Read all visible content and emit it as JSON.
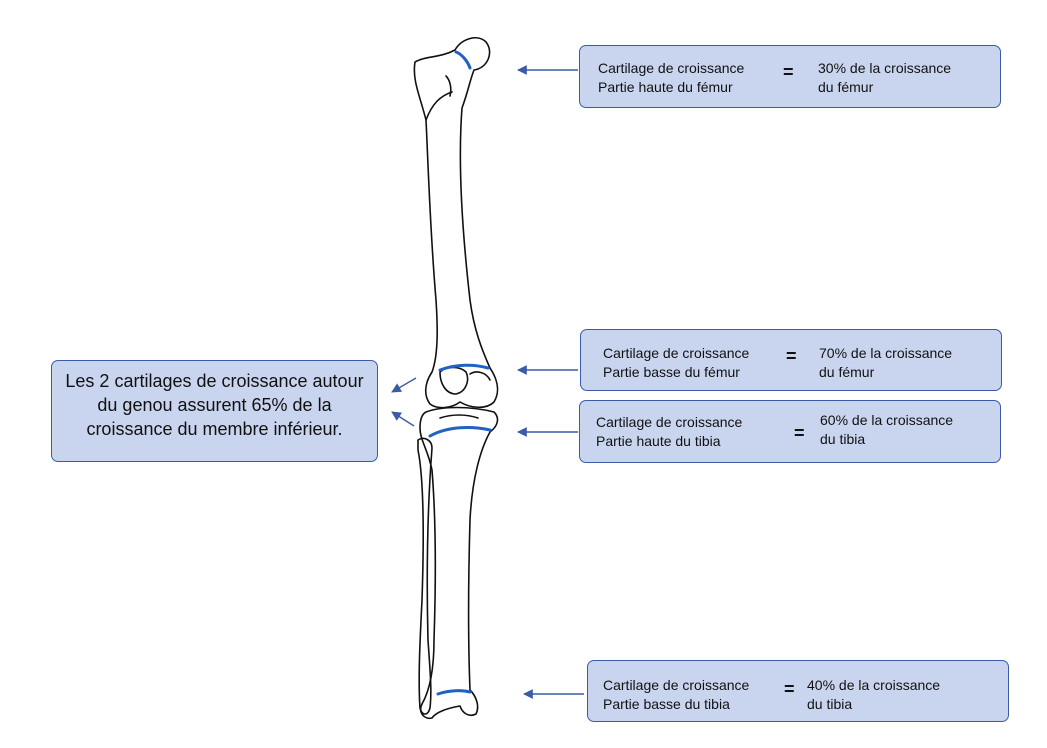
{
  "annotations": [
    {
      "id": "femur-top",
      "line1": "Cartilage de croissance",
      "line2": "Partie haute du fémur",
      "equals": "=",
      "value1": "30% de la croissance",
      "value2": "du fémur"
    },
    {
      "id": "femur-bottom",
      "line1": "Cartilage de croissance",
      "line2": "Partie basse du fémur",
      "equals": "=",
      "value1": "70% de la croissance",
      "value2": "du fémur"
    },
    {
      "id": "tibia-top",
      "line1": "Cartilage de croissance",
      "line2": "Partie haute du tibia",
      "equals": "=",
      "value1": "60% de la croissance",
      "value2": "du tibia"
    },
    {
      "id": "tibia-bottom",
      "line1": "Cartilage de croissance",
      "line2": "Partie basse du tibia",
      "equals": "=",
      "value1": "40% de la croissance",
      "value2": "du tibia"
    }
  ],
  "knee_note": {
    "line1": "Les 2 cartilages de croissance autour",
    "line2": "du genou assurent 65% de la",
    "line3": "croissance du membre inférieur."
  },
  "colors": {
    "box_fill": "#c9d5ef",
    "box_border": "#3b5aa8",
    "arrow": "#3b5aa8",
    "growth_plate": "#1f62c4",
    "bone_outline": "#111111"
  }
}
